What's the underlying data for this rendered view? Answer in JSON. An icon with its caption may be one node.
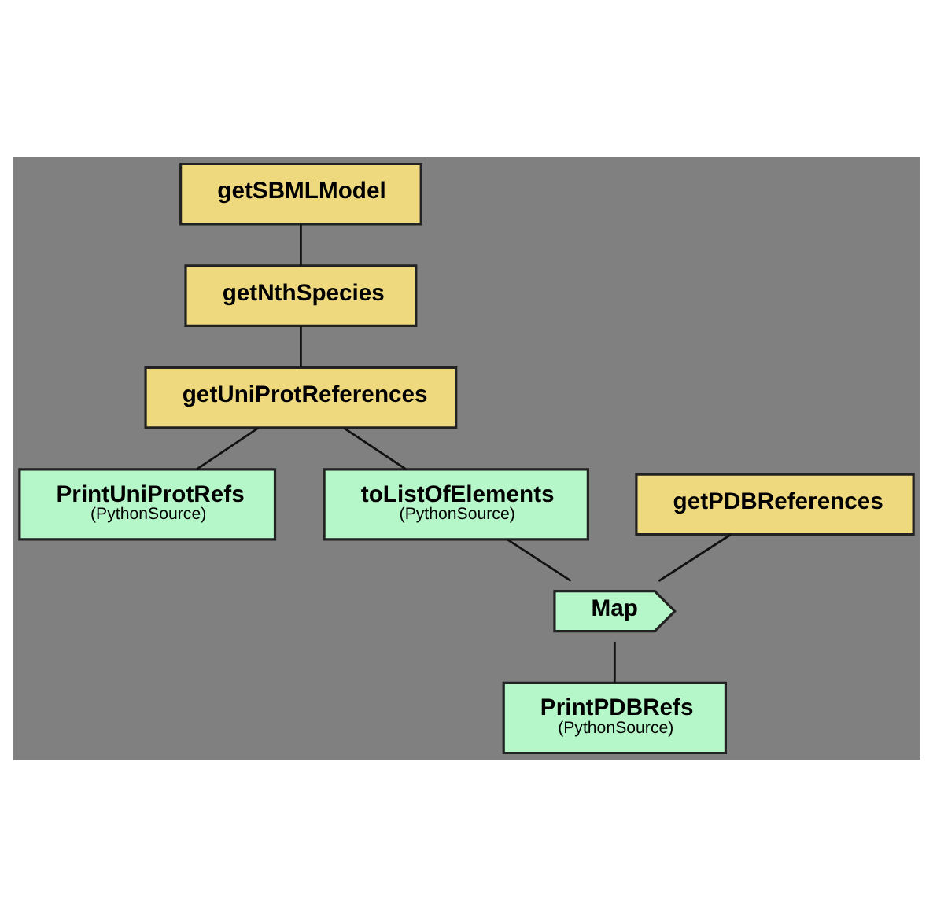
{
  "diagram": {
    "nodes": [
      {
        "text": [
          "getSBMLModel"
        ]
      },
      {
        "text": [
          "getNthSpecies"
        ]
      },
      {
        "text": [
          "getUniProtReferences"
        ]
      },
      {
        "text": [
          "PrintUniProtRefs",
          "(PythonSource)"
        ]
      },
      {
        "text": [
          "getPDBReferences"
        ]
      },
      {
        "text": [
          "toListOfElements",
          "(PythonSource)"
        ]
      },
      {
        "text": [
          "Map"
        ]
      },
      {
        "text": [
          "PrintPDBRefs",
          "(PythonSource)"
        ]
      }
    ],
    "edges": [
      {
        "from": 0,
        "to": 1,
        "arrow": "none"
      },
      {
        "from": 1,
        "to": 2,
        "arrow": "none"
      },
      {
        "from": 2,
        "to": 3,
        "arrow": "none"
      },
      {
        "from": 2,
        "to": 5,
        "arrow": "none"
      },
      {
        "from": 4,
        "to": 6,
        "arrow": "none"
      },
      {
        "from": 5,
        "to": 6,
        "arrow": "none"
      },
      {
        "from": 6,
        "to": 7,
        "arrow": "none"
      }
    ]
  }
}
